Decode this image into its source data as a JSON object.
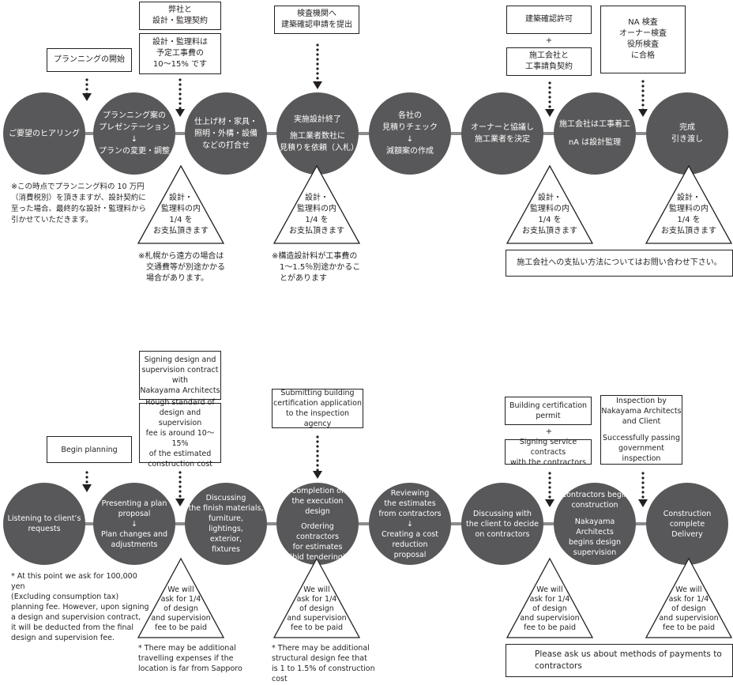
{
  "colors": {
    "circle": "#58585a",
    "line": "#8c8c8c",
    "text": "#231f20"
  },
  "jp": {
    "circles": [
      [
        "ご要望のヒアリング"
      ],
      [
        "プランニング案の",
        "プレゼンテーション",
        "↓",
        "プランの変更・調整"
      ],
      [
        "仕上げ材・家具・",
        "照明・外構・設備",
        "などの打合せ"
      ],
      [
        "実施設計終了",
        "",
        "施工業者数社に",
        "見積りを依頼（入札）"
      ],
      [
        "各社の",
        "見積りチェック",
        "↓",
        "減額案の作成"
      ],
      [
        "オーナーと協議し",
        "施工業者を決定"
      ],
      [
        "施工会社は工事着工",
        "",
        "nA は設計監理"
      ],
      [
        "完成",
        "引き渡し"
      ]
    ],
    "boxes": {
      "planning": [
        "プランニングの開始"
      ],
      "contract": [
        "弊社と",
        "設計・監理契約"
      ],
      "fee": [
        "設計・監理料は",
        "予定工事費の",
        "10〜15% です"
      ],
      "inspection_app": [
        "検査機関へ",
        "建築確認申請を提出"
      ],
      "permit": [
        "建築確認許可"
      ],
      "plus": "+",
      "service": [
        "施工会社と",
        "工事請負契約"
      ],
      "na_inspection": [
        "NA 検査",
        "オーナー検査",
        "役所検査",
        "に合格"
      ],
      "payment": [
        "施工会社への支払い方法についてはお問い合わせ下さい。"
      ]
    },
    "triangle": [
      "設計・",
      "監理料の内",
      "1/4 を",
      "お支払頂きます"
    ],
    "notes": {
      "hearing": [
        "※この時点でプランニング料の 10 万円",
        "（消費税別）を頂きますが、設計契約に",
        "至った場合、最終的な設計・監理料から",
        "引かせていただきます。"
      ],
      "travel": [
        "※札幌から遠方の場合は",
        "　交通費等が別途かかる",
        "　場合があります。"
      ],
      "structural": [
        "※構造設計料が工事費の",
        "　1〜1.5％別途かかるこ",
        "　とがあります"
      ]
    }
  },
  "en": {
    "circles": [
      [
        "Listening to client’s",
        "requests"
      ],
      [
        "Presenting a plan",
        "proposal",
        "↓",
        "Plan changes and",
        "adjustments"
      ],
      [
        "Discussing",
        "the finish materials,",
        "furniture,",
        "lightings,",
        "exterior,",
        "fixtures"
      ],
      [
        "Completion of",
        "the execution design",
        "",
        "Ordering contractors",
        "for estimates",
        "(bid tendering)"
      ],
      [
        "Reviewing",
        "the estimates",
        "from contractors",
        "↓",
        "Creating a cost",
        "reduction",
        "proposal"
      ],
      [
        "Discussing with",
        "the client to decide",
        "on contractors"
      ],
      [
        "Contractors begin",
        "construction",
        "",
        "Nakayama Architects",
        "begins design",
        "supervision"
      ],
      [
        "Construction complete",
        "Delivery"
      ]
    ],
    "boxes": {
      "planning": [
        "Begin planning"
      ],
      "contract": [
        "Signing design and",
        "supervision contract",
        "with",
        "Nakayama Architects"
      ],
      "fee": [
        "Rough standard of",
        "design and supervision",
        "fee is around 10〜15%",
        "of the estimated",
        "construction cost"
      ],
      "inspection_app": [
        "Submitting building",
        "certification application",
        "to the inspection agency"
      ],
      "permit": [
        "Building certification",
        "permit"
      ],
      "plus": "+",
      "service": [
        "Signing service contracts",
        "with the contractors"
      ],
      "na_inspection": [
        "Inspection by",
        "Nakayama Architects",
        "and Client",
        "",
        "Successfully passing",
        "government inspection"
      ],
      "payment": [
        "Please ask us about methods of payments to",
        "contractors"
      ]
    },
    "triangle": [
      "We will",
      "ask for 1/4",
      "of design",
      "and supervision",
      "fee to be paid"
    ],
    "notes": {
      "hearing": [
        "* At this point we ask for 100,000 yen",
        "(Excluding consumption tax)",
        "planning fee. However, upon signing",
        "a design and supervision contract,",
        "it will be deducted from the final",
        "design and supervision fee."
      ],
      "travel": [
        "* There may be additional",
        "travelling expenses if the",
        "location is far from Sapporo"
      ],
      "structural": [
        "* There may be additional",
        "structural design fee that",
        "is 1 to 1.5% of construction",
        "cost"
      ]
    }
  }
}
